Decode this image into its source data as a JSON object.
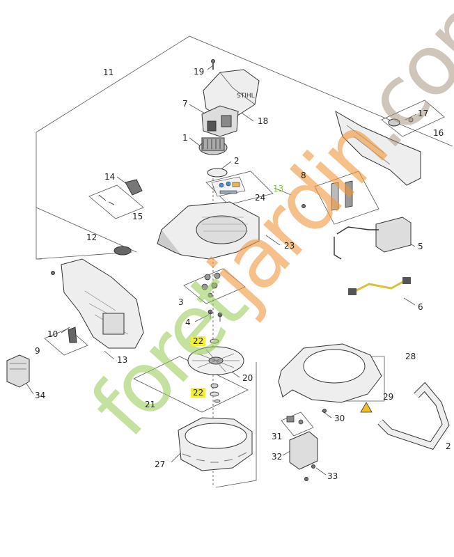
{
  "watermark": {
    "part1": "foret",
    "part2": "jardin",
    "part3": ".com",
    "colors": {
      "green": "#9ccc50",
      "orange": "#f0963c",
      "brown": "#a08c78"
    }
  },
  "highlight_color": "#f2ef3a",
  "labels": {
    "p1": "1",
    "p2": "2",
    "p2b": "2",
    "p3": "3",
    "p4": "4",
    "p5": "5",
    "p6": "6",
    "p7": "7",
    "p8": "8",
    "p9": "9",
    "p10": "10",
    "p11": "11",
    "p12": "12",
    "p13a": "13",
    "p13b": "13",
    "p14": "14",
    "p15": "15",
    "p16": "16",
    "p17": "17",
    "p18": "18",
    "p19": "19",
    "p20": "20",
    "p21": "21",
    "p22a": "22",
    "p22b": "22",
    "p23": "23",
    "p24": "24",
    "p27": "27",
    "p28": "28",
    "p29": "29",
    "p30": "30",
    "p31": "31",
    "p32": "32",
    "p33": "33",
    "p34": "34"
  }
}
